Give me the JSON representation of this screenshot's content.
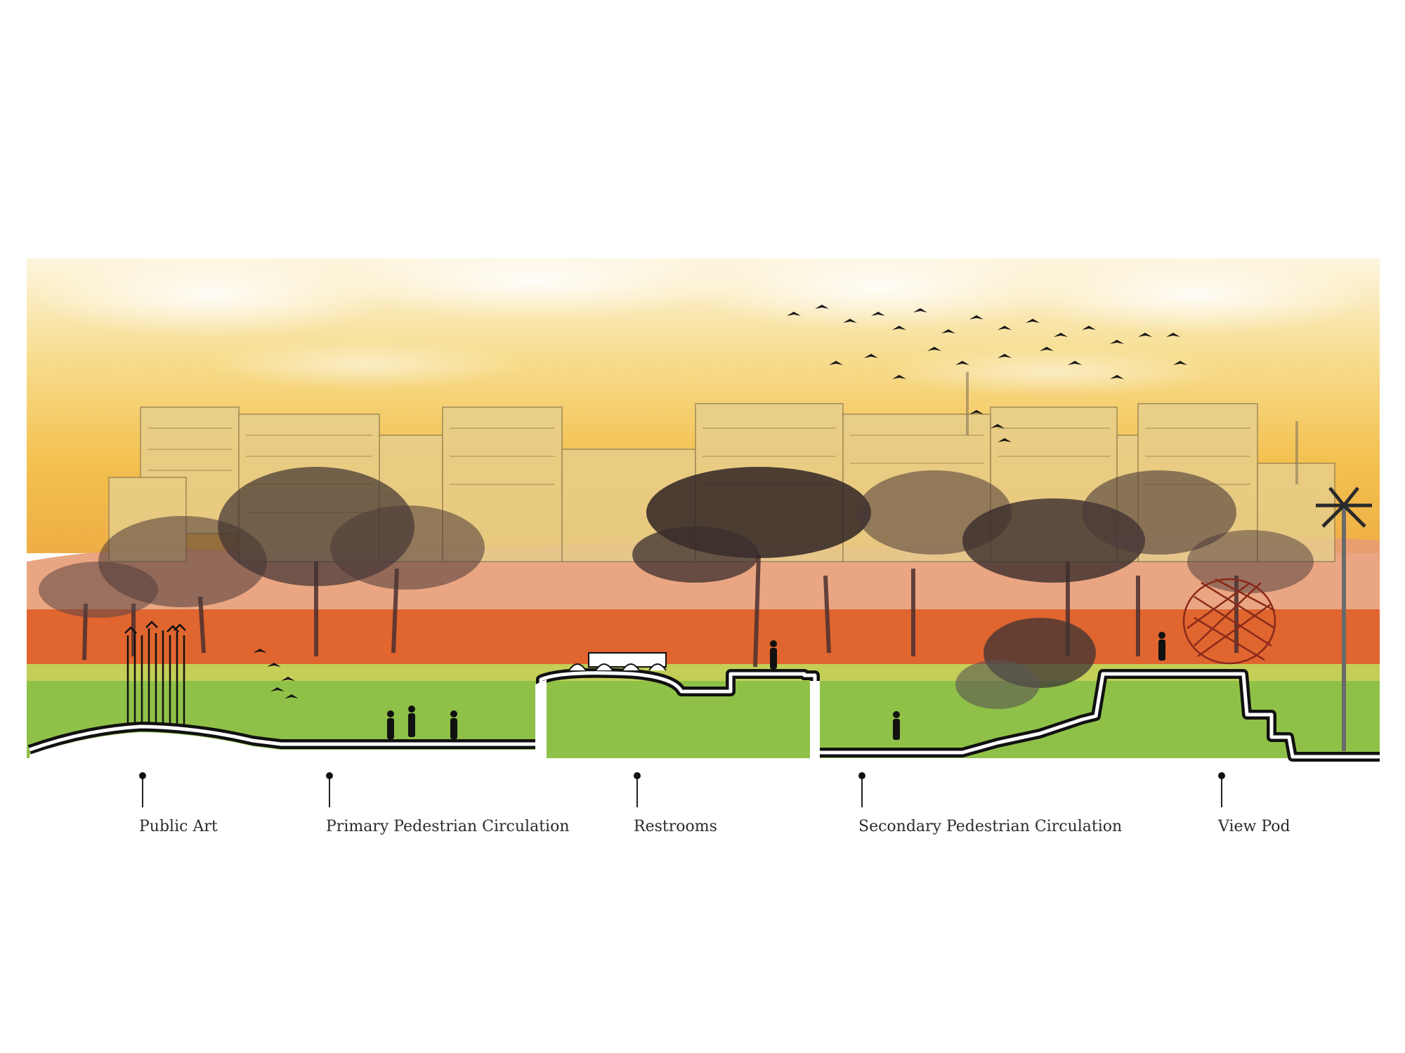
{
  "labels": [
    {
      "id": "public-art",
      "text": "Public Art"
    },
    {
      "id": "primary-pedestrian-circulation",
      "text": "Primary Pedestrian Circulation"
    },
    {
      "id": "restrooms",
      "text": "Restrooms"
    },
    {
      "id": "secondary-pedestrian-circulation",
      "text": "Secondary Pedestrian Circulation"
    },
    {
      "id": "view-pod",
      "text": "View Pod"
    }
  ],
  "colors": {
    "sky_top": "#fdf3d6",
    "sky_bottom": "#f2b640",
    "hills": "#e89a78",
    "orange_band": "#e0652f",
    "grass_light": "#c6cf58",
    "grass": "#8fc248",
    "outline": "#111111"
  }
}
